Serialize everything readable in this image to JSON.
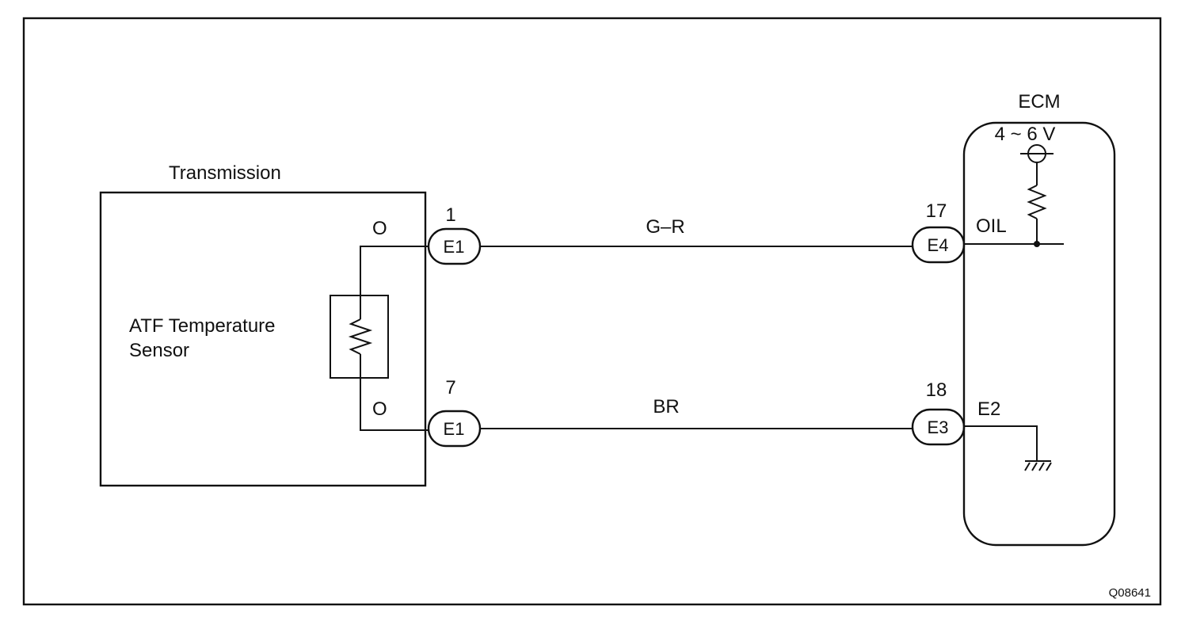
{
  "title": "",
  "figure_code": "Q08641",
  "transmission": {
    "label": "Transmission",
    "sensor_label_line1": "ATF Temperature",
    "sensor_label_line2": "Sensor",
    "terminal_top_mark": "O",
    "terminal_bottom_mark": "O"
  },
  "ecm": {
    "label": "ECM",
    "voltage": "4 ~ 6 V",
    "pin_top_name": "OIL",
    "pin_bottom_name": "E2"
  },
  "connectors": {
    "left_top": {
      "pin": "1",
      "code": "E1"
    },
    "left_bottom": {
      "pin": "7",
      "code": "E1"
    },
    "right_top": {
      "pin": "17",
      "code": "E4"
    },
    "right_bottom": {
      "pin": "18",
      "code": "E3"
    }
  },
  "wires": {
    "top": "G–R",
    "bottom": "BR"
  }
}
